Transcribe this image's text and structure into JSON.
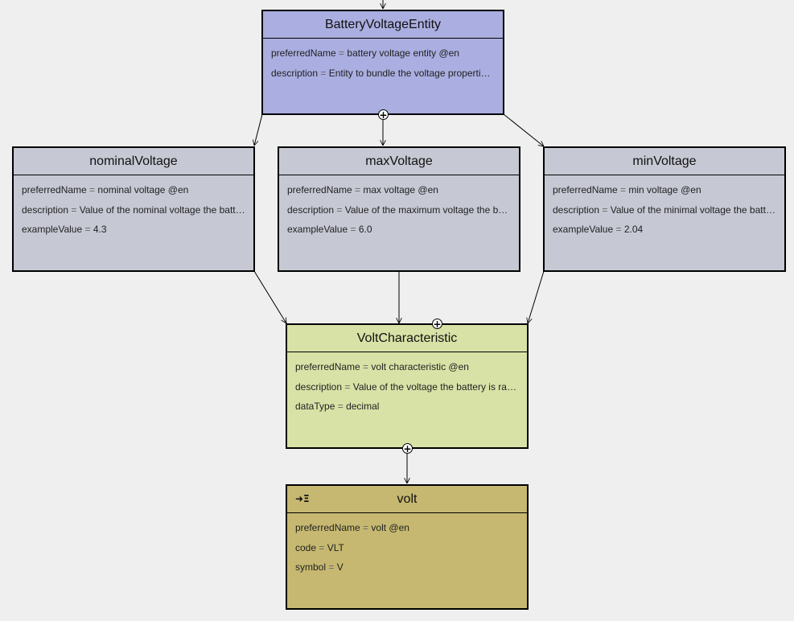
{
  "nodes": {
    "entity": {
      "title": "BatteryVoltageEntity",
      "props": [
        {
          "key": "preferredName",
          "value": "battery voltage entity @en"
        },
        {
          "key": "description",
          "value": "Entity to bundle the voltage propertie…"
        }
      ]
    },
    "nominal": {
      "title": "nominalVoltage",
      "props": [
        {
          "key": "preferredName",
          "value": "nominal voltage @en"
        },
        {
          "key": "description",
          "value": "Value of the nominal voltage the batt…"
        },
        {
          "key": "exampleValue",
          "value": "4.3"
        }
      ]
    },
    "max": {
      "title": "maxVoltage",
      "props": [
        {
          "key": "preferredName",
          "value": "max voltage @en"
        },
        {
          "key": "description",
          "value": "Value of the maximum voltage the b…"
        },
        {
          "key": "exampleValue",
          "value": "6.0"
        }
      ]
    },
    "min": {
      "title": "minVoltage",
      "props": [
        {
          "key": "preferredName",
          "value": "min voltage @en"
        },
        {
          "key": "description",
          "value": "Value of the minimal voltage the batt…"
        },
        {
          "key": "exampleValue",
          "value": "2.04"
        }
      ]
    },
    "characteristic": {
      "title": "VoltCharacteristic",
      "props": [
        {
          "key": "preferredName",
          "value": "volt characteristic @en"
        },
        {
          "key": "description",
          "value": "Value of the voltage the battery is rat…"
        },
        {
          "key": "dataType",
          "value": "decimal"
        }
      ]
    },
    "unit": {
      "title": "volt",
      "icon": "unit-icon",
      "icon_glyph": "➜Ξ",
      "props": [
        {
          "key": "preferredName",
          "value": "volt @en"
        },
        {
          "key": "code",
          "value": "VLT"
        },
        {
          "key": "symbol",
          "value": "V"
        }
      ]
    }
  },
  "colors": {
    "background": "#efefef",
    "entity": "#aaaee0",
    "property": "#c6c8d4",
    "characteristic": "#d8e2a6",
    "unit": "#c6b870"
  }
}
